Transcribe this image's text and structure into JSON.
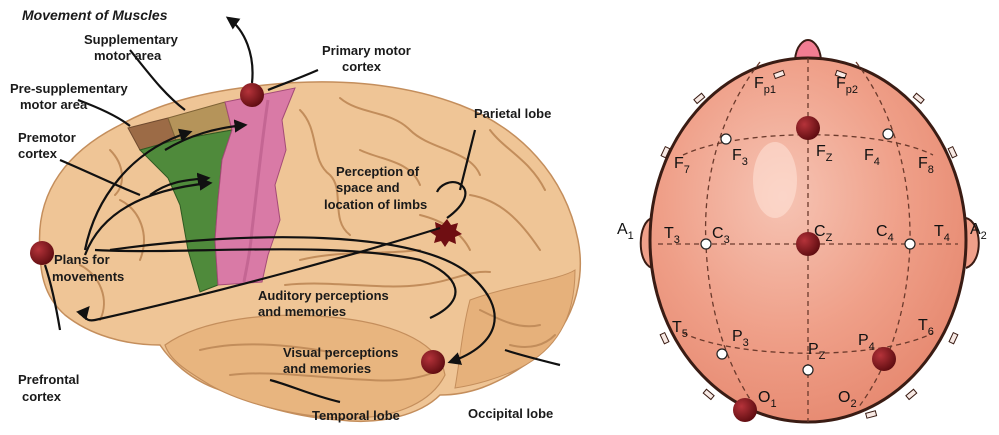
{
  "brain": {
    "title": "Movement of Muscles",
    "labels": {
      "supplementary_1": "Supplementary",
      "supplementary_2": "motor area",
      "primary_1": "Primary motor",
      "primary_2": "cortex",
      "presupp_1": "Pre-supplementary",
      "presupp_2": "motor area",
      "premotor_1": "Premotor",
      "premotor_2": "cortex",
      "parietal": "Parietal lobe",
      "perception_1": "Perception of",
      "perception_2": "space and",
      "perception_3": "location of limbs",
      "plans_1": "Plans for",
      "plans_2": "movements",
      "auditory_1": "Auditory perceptions",
      "auditory_2": "and memories",
      "visual_1": "Visual perceptions",
      "visual_2": "and memories",
      "prefrontal_1": "Prefrontal",
      "prefrontal_2": "cortex",
      "temporal": "Temporal lobe",
      "occipital": "Occipital lobe"
    },
    "colors": {
      "brain": "#efc596",
      "brain_shadow": "#d9a46f",
      "primary_motor": "#d97aa6",
      "premotor": "#4f8a3b",
      "supplementary": "#b5945a",
      "pre_supplementary": "#9c6b46",
      "marker": "#7b1218"
    }
  },
  "eeg": {
    "electrodes": {
      "fp1": {
        "base": "F",
        "sub": "p1"
      },
      "fp2": {
        "base": "F",
        "sub": "p2"
      },
      "f7": {
        "base": "F",
        "sub": "7"
      },
      "f3": {
        "base": "F",
        "sub": "3"
      },
      "fz": {
        "base": "F",
        "sub": "Z"
      },
      "f4": {
        "base": "F",
        "sub": "4"
      },
      "f8": {
        "base": "F",
        "sub": "8"
      },
      "a1": {
        "base": "A",
        "sub": "1"
      },
      "t3": {
        "base": "T",
        "sub": "3"
      },
      "c3": {
        "base": "C",
        "sub": "3"
      },
      "cz": {
        "base": "C",
        "sub": "Z"
      },
      "c4": {
        "base": "C",
        "sub": "4"
      },
      "t4": {
        "base": "T",
        "sub": "4"
      },
      "a2": {
        "base": "A",
        "sub": "2"
      },
      "t5": {
        "base": "T",
        "sub": "5"
      },
      "p3": {
        "base": "P",
        "sub": "3"
      },
      "pz": {
        "base": "P",
        "sub": "Z"
      },
      "p4": {
        "base": "P",
        "sub": "4"
      },
      "t6": {
        "base": "T",
        "sub": "6"
      },
      "o1": {
        "base": "O",
        "sub": "1"
      },
      "o2": {
        "base": "O",
        "sub": "2"
      }
    },
    "colors": {
      "head": "#f0a08a",
      "head_outline": "#3a1c14",
      "active_electrode": "#7b1218",
      "passive_electrode": "#ffffff"
    }
  }
}
